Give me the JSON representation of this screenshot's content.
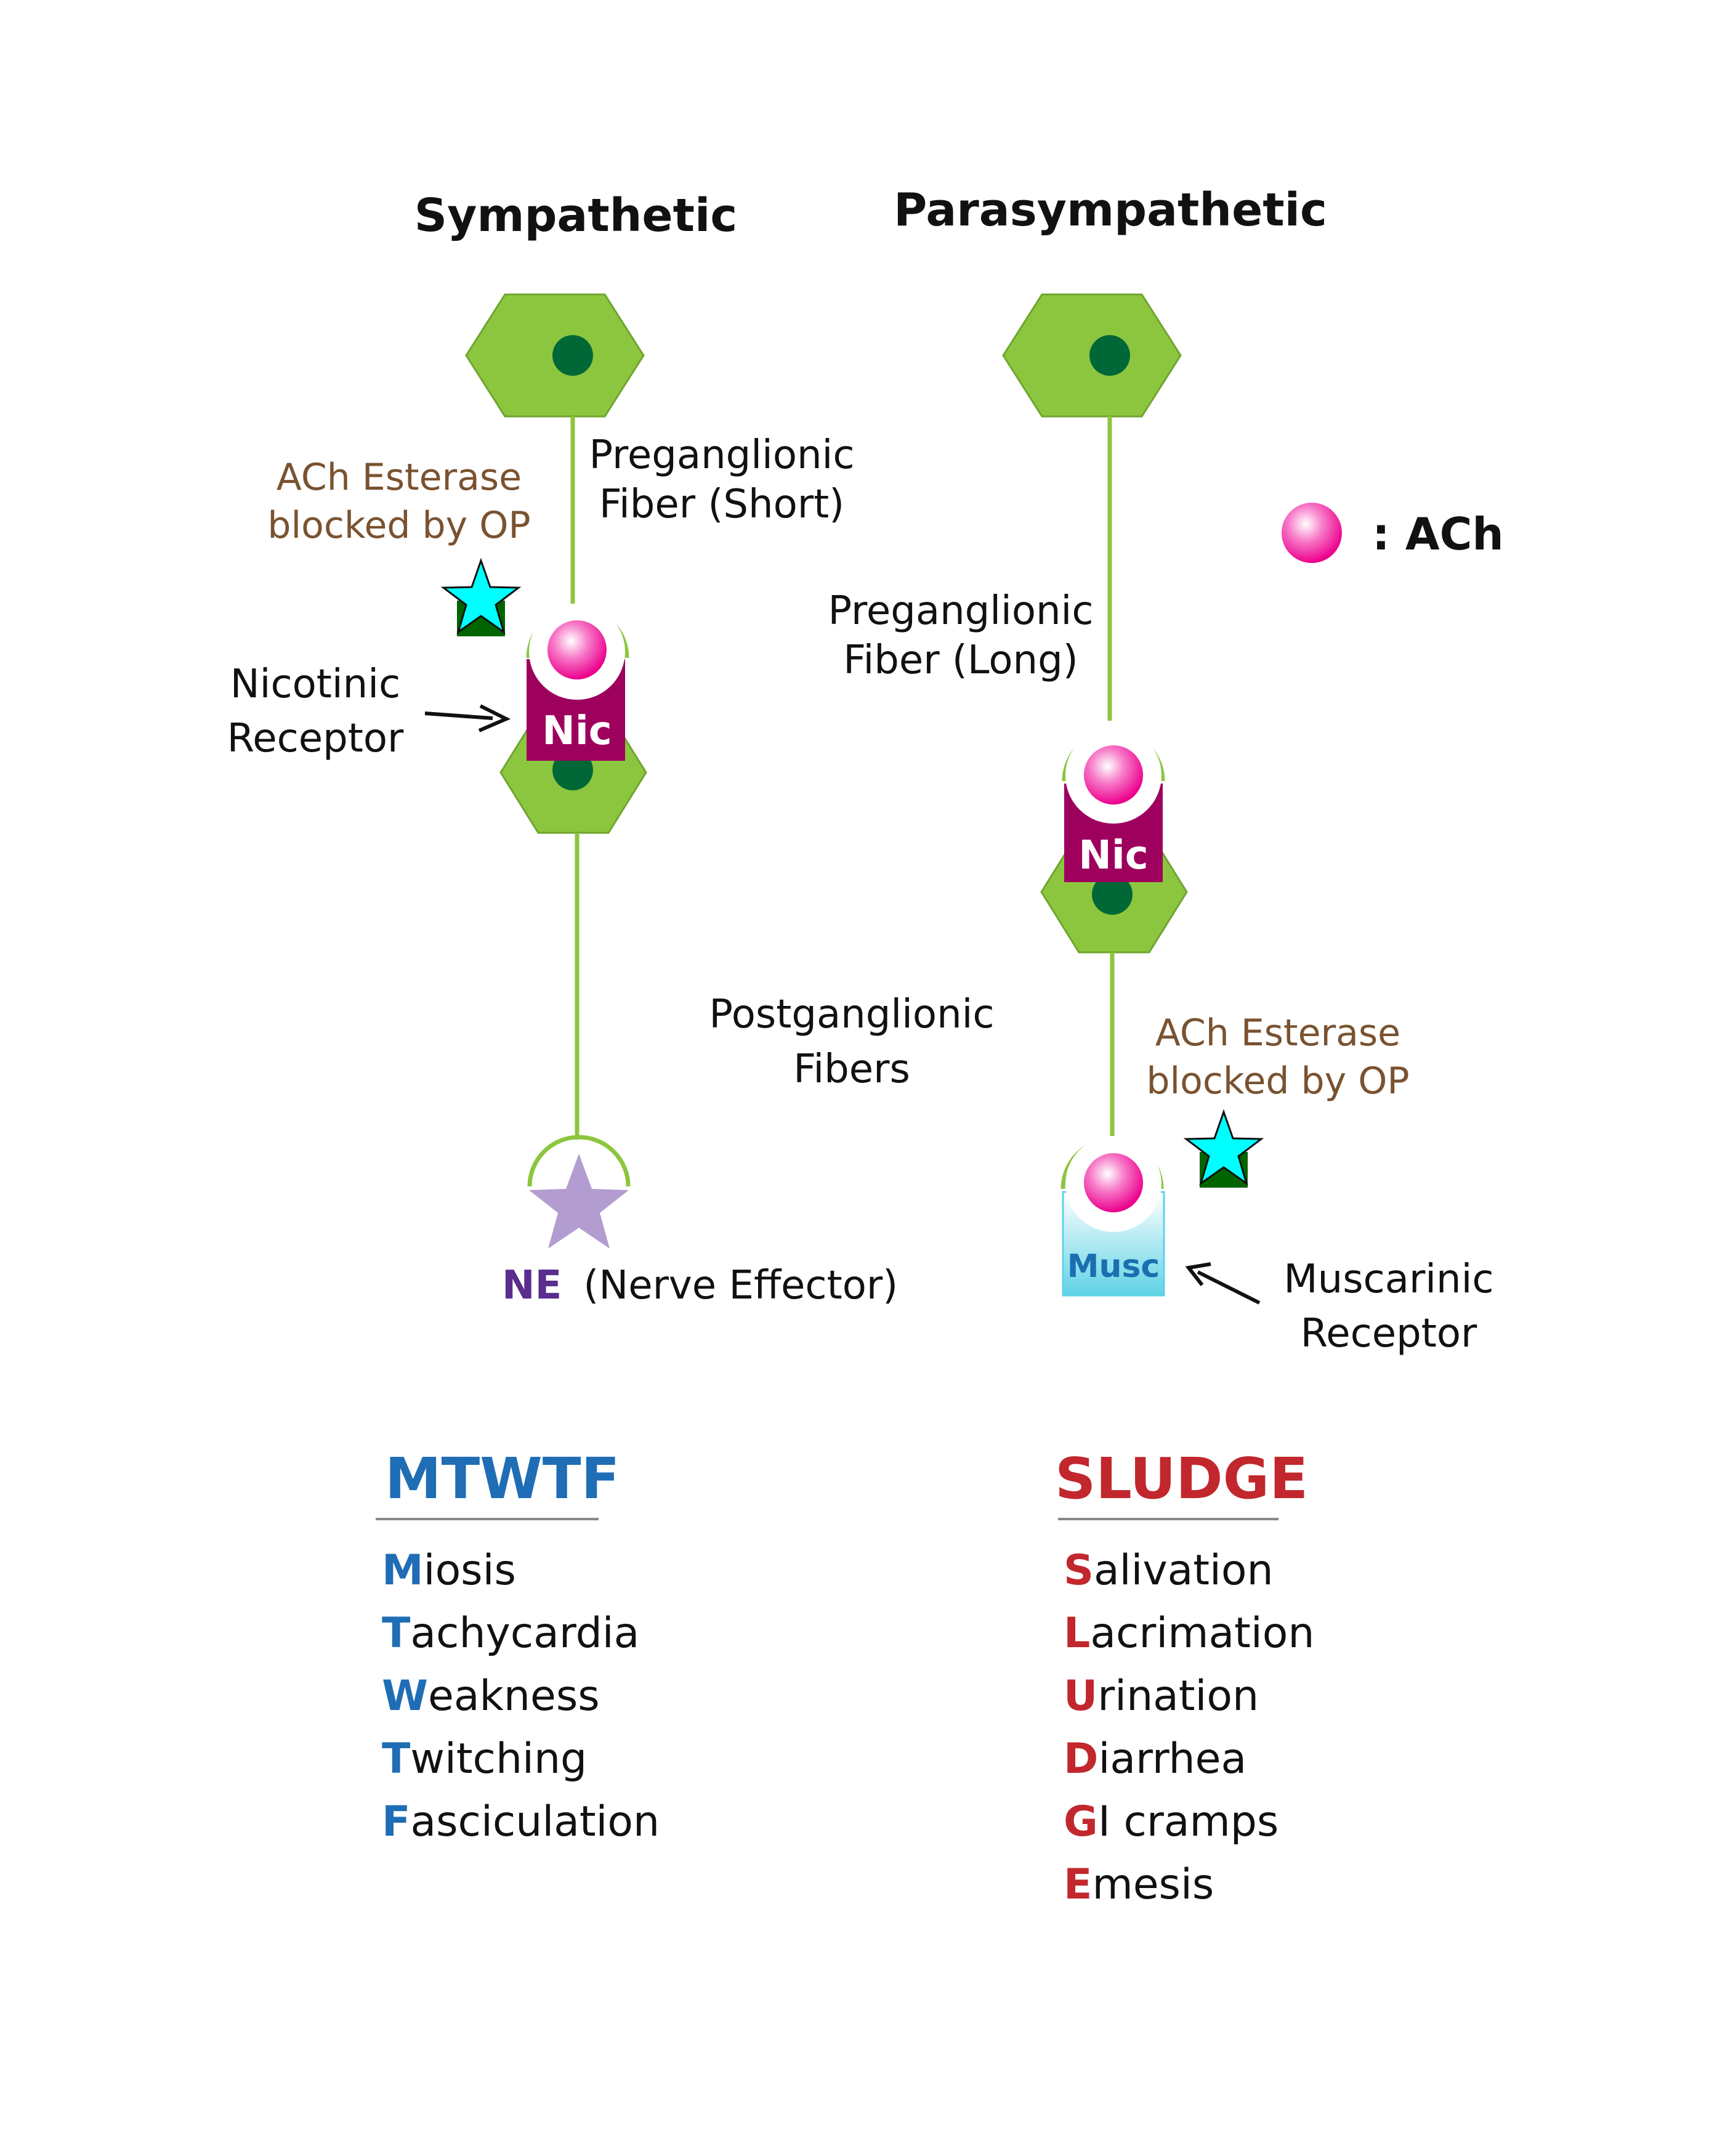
{
  "sympathetic": {
    "title": "Sympathetic",
    "preganglionic_line1": "Preganglionic",
    "preganglionic_line2": "Fiber (Short)",
    "esterase_line1": "ACh Esterase",
    "esterase_line2": "blocked by OP",
    "receptor_line1": "Nicotinic",
    "receptor_line2": "Receptor",
    "nic_label": "Nic",
    "effector_abbrev": "NE",
    "effector_full": "(Nerve Effector)"
  },
  "parasympathetic": {
    "title": "Parasympathetic",
    "preganglionic_line1": "Preganglionic",
    "preganglionic_line2": "Fiber (Long)",
    "esterase_line1": "ACh Esterase",
    "esterase_line2": "blocked by OP",
    "nic_label": "Nic",
    "musc_label": "Musc",
    "receptor_line1": "Muscarinic",
    "receptor_line2": "Receptor"
  },
  "postganglionic": {
    "line1": "Postganglionic",
    "line2": "Fibers"
  },
  "legend": {
    "ach_label": ": ACh"
  },
  "mnemonics": {
    "mtwtf": {
      "title": "MTWTF",
      "items": [
        {
          "initial": "M",
          "rest": "iosis"
        },
        {
          "initial": "T",
          "rest": "achycardia"
        },
        {
          "initial": "W",
          "rest": "eakness"
        },
        {
          "initial": "T",
          "rest": "witching"
        },
        {
          "initial": "F",
          "rest": "asciculation"
        }
      ]
    },
    "sludge": {
      "title": "SLUDGE",
      "items": [
        {
          "initial": "S",
          "rest": "alivation"
        },
        {
          "initial": "L",
          "rest": "acrimation"
        },
        {
          "initial": "U",
          "rest": "rination"
        },
        {
          "initial": "D",
          "rest": "iarrhea"
        },
        {
          "initial": "G",
          "rest": "I cramps"
        },
        {
          "initial": "E",
          "rest": "mesis"
        }
      ]
    }
  },
  "colors": {
    "neuron_green": "#8cc63f",
    "nucleus": "#006837",
    "nic_receptor": "#9e005d",
    "musc_top": "#ffffff",
    "musc_bottom": "#5fd3e6",
    "ach_pink": "#ec008c",
    "enzyme_star": "#00ffff",
    "enzyme_base": "#006400",
    "effector_star": "#b39cd0",
    "mnemonic_blue": "#1f6db5",
    "mnemonic_red": "#c1272d",
    "esterase_text": "#7a5230"
  }
}
